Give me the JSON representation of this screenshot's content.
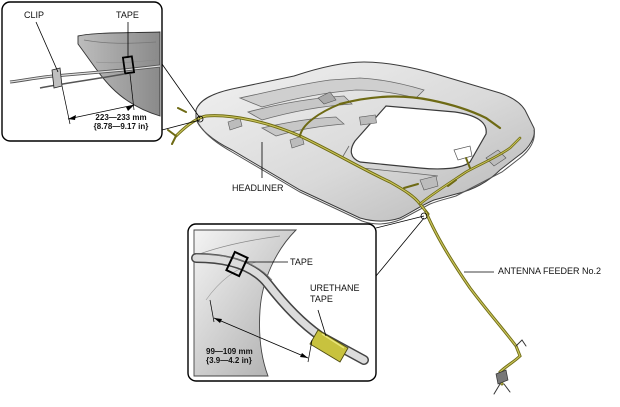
{
  "labels": {
    "clip": "CLIP",
    "tape_top": "TAPE",
    "headliner": "HEADLINER",
    "tape_bottom": "TAPE",
    "urethane_line1": "URETHANE",
    "urethane_line2": "TAPE",
    "antenna_feeder": "ANTENNA FEEDER No.2"
  },
  "dimensions": {
    "top_mm": "223—233 mm",
    "top_in": "{8.78—9.17 in}",
    "bottom_mm": "99—109 mm",
    "bottom_in": "{3.9—4.2 in}"
  },
  "colors": {
    "harness": "#8f8a1e",
    "harness_light": "#c9c45a",
    "urethane_tape": "#c8c23e",
    "panel": "#e3e3e3",
    "outline": "#000000"
  }
}
